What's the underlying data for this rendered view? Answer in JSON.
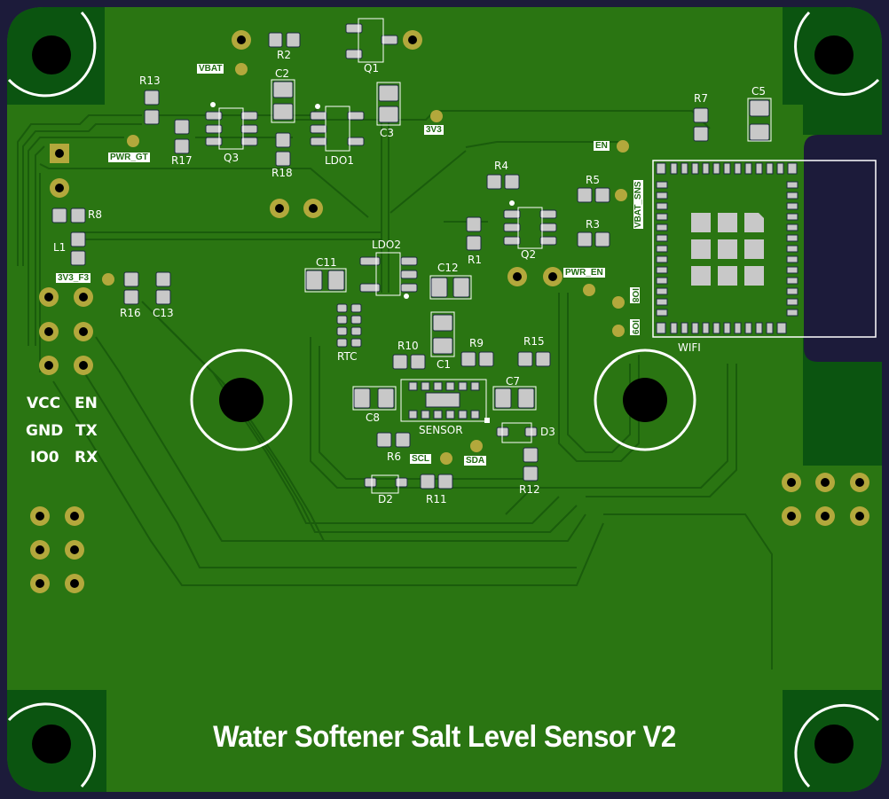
{
  "board": {
    "title": "Water Softener Salt Level Sensor V2",
    "colors": {
      "background": "#1c1b3a",
      "board": "#2a7512",
      "copper_pour_dark": "#0b5410",
      "trace": "#1a5c0c",
      "pad": "#c8c8c8",
      "via_ring": "#b3a83c",
      "silkscreen": "#ffffff"
    }
  },
  "components": {
    "R2": "R2",
    "Q1": "Q1",
    "VBAT": "VBAT",
    "C2": "C2",
    "R13": "R13",
    "C3": "C3",
    "3V3": "3V3",
    "R17": "R17",
    "Q3": "Q3",
    "R18": "R18",
    "LDO1": "LDO1",
    "PWR_GT": "PWR_GT",
    "R8": "R8",
    "L1": "L1",
    "R7": "R7",
    "C5": "C5",
    "EN": "EN",
    "R4": "R4",
    "R5": "R5",
    "VBAT_SNS": "VBAT_SNS",
    "R1": "R1",
    "Q2": "Q2",
    "R3": "R3",
    "LDO2": "LDO2",
    "C11": "C11",
    "C12": "C12",
    "3V3_F3": "3V3_F3",
    "R16": "R16",
    "C13": "C13",
    "PWR_EN": "PWR_EN",
    "IO8": "IO8",
    "IO9": "IO9",
    "WIFI": "WIFI",
    "RTC": "RTC",
    "R10": "R10",
    "C1": "C1",
    "R9": "R9",
    "R15": "R15",
    "C7": "C7",
    "C8": "C8",
    "SENSOR": "SENSOR",
    "D3": "D3",
    "R6": "R6",
    "SCL": "SCL",
    "SDA": "SDA",
    "R12": "R12",
    "D2": "D2",
    "R11": "R11"
  },
  "header_pins": {
    "left_col": [
      "VCC",
      "GND",
      "IO0"
    ],
    "right_col": [
      "EN",
      "TX",
      "RX"
    ]
  }
}
